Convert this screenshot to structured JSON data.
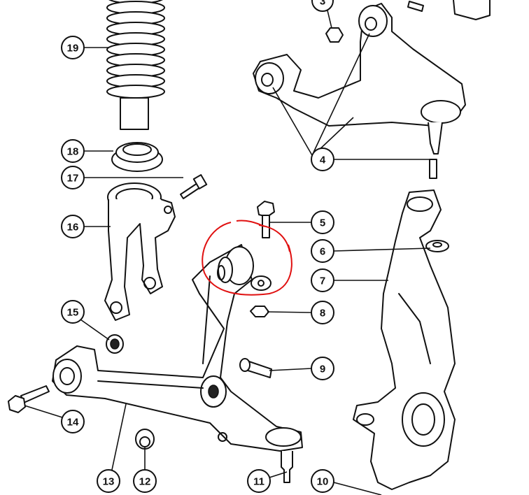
{
  "diagram": {
    "title": "Front suspension exploded view",
    "callouts": [
      "3",
      "19",
      "18",
      "17",
      "16",
      "15",
      "14",
      "13",
      "12",
      "11",
      "10",
      "9",
      "8",
      "7",
      "6",
      "5",
      "4"
    ],
    "annotation_color": "#e01010"
  }
}
